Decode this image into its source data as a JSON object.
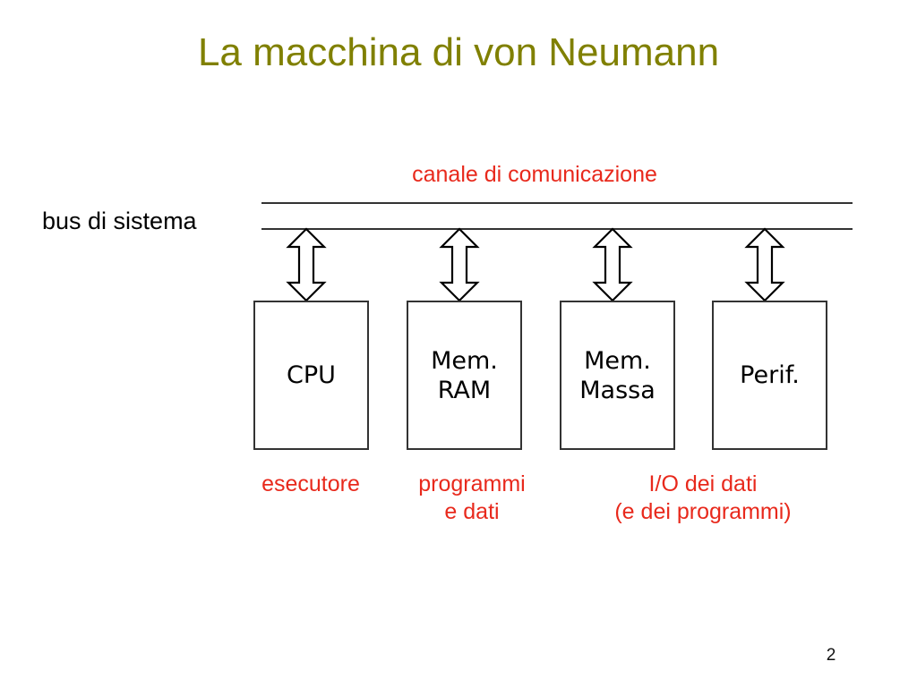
{
  "slide": {
    "title": "La macchina di von Neumann",
    "page_number": "2",
    "colors": {
      "title": "#808000",
      "annotation_red": "#e8291c",
      "line": "#333333",
      "text": "#000000",
      "background": "#ffffff"
    }
  },
  "diagram": {
    "bus": {
      "system_label": "bus di sistema",
      "channel_label": "canale di comunicazione",
      "line_count": 2
    },
    "units": [
      {
        "id": "cpu",
        "label": "CPU",
        "caption": "esecutore"
      },
      {
        "id": "mem-ram",
        "label": "Mem.\nRAM",
        "caption": "programmi\ne dati"
      },
      {
        "id": "mem-massa",
        "label": "Mem.\nMassa",
        "caption": "I/O dei dati\n(e dei programmi)"
      },
      {
        "id": "perif",
        "label": "Perif.",
        "caption": ""
      }
    ],
    "connectors": [
      {
        "id": "arrow-cpu",
        "type": "double-headed-vertical-arrow"
      },
      {
        "id": "arrow-mem-ram",
        "type": "double-headed-vertical-arrow"
      },
      {
        "id": "arrow-mem-massa",
        "type": "double-headed-vertical-arrow"
      },
      {
        "id": "arrow-perif",
        "type": "double-headed-vertical-arrow"
      }
    ]
  }
}
